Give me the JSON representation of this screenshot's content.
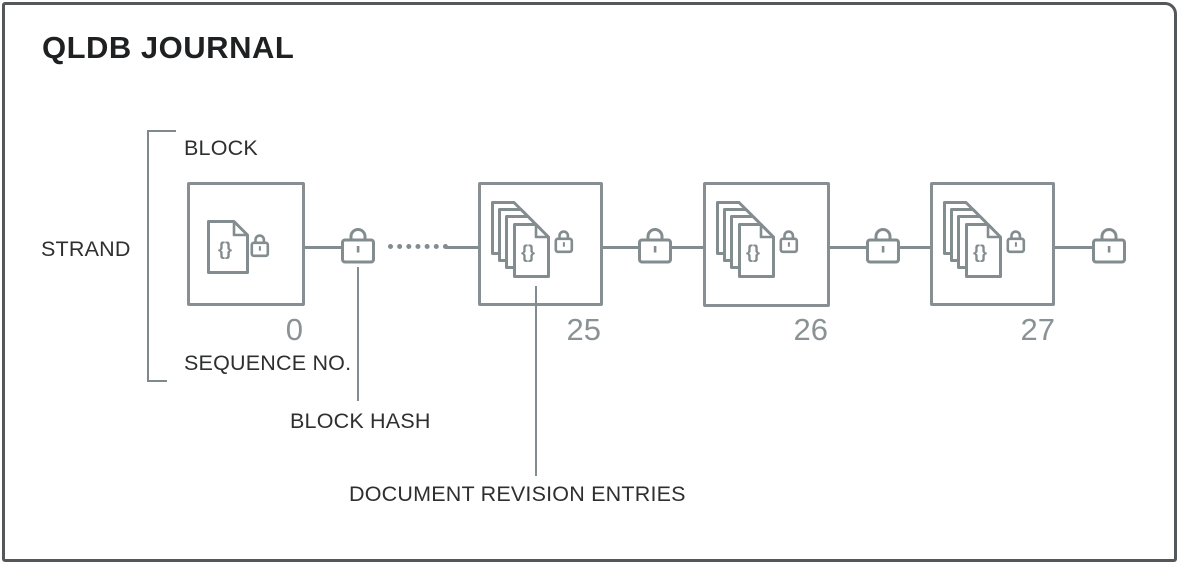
{
  "title": "QLDB JOURNAL",
  "labels": {
    "block": "BLOCK",
    "strand": "STRAND",
    "sequence_no": "SEQUENCE NO.",
    "block_hash": "BLOCK HASH",
    "document_revision_entries": "DOCUMENT REVISION ENTRIES"
  },
  "blocks": [
    {
      "sequence_no": "0",
      "icon": "document-lock-icon",
      "contents": "single document with lock"
    },
    {
      "sequence_no": "25",
      "icon": "document-stack-lock-icon",
      "contents": "document revision stack with lock"
    },
    {
      "sequence_no": "26",
      "icon": "document-stack-lock-icon",
      "contents": "document revision stack with lock"
    },
    {
      "sequence_no": "27",
      "icon": "document-stack-lock-icon",
      "contents": "document revision stack with lock"
    }
  ],
  "chain": {
    "lock_icon": "lock-icon",
    "lock_count": 4,
    "gap_style": "dotted ellipsis between block 0 and block 25"
  },
  "icons": {
    "braces_glyph": "{}"
  },
  "colors": {
    "frame_border": "#54585a",
    "diagram_stroke": "#838c8f",
    "block_border": "#878f92",
    "label_text": "#2e2f30",
    "sequence_number": "#8b9295",
    "title_text": "#1f2021",
    "background": "#ffffff"
  }
}
